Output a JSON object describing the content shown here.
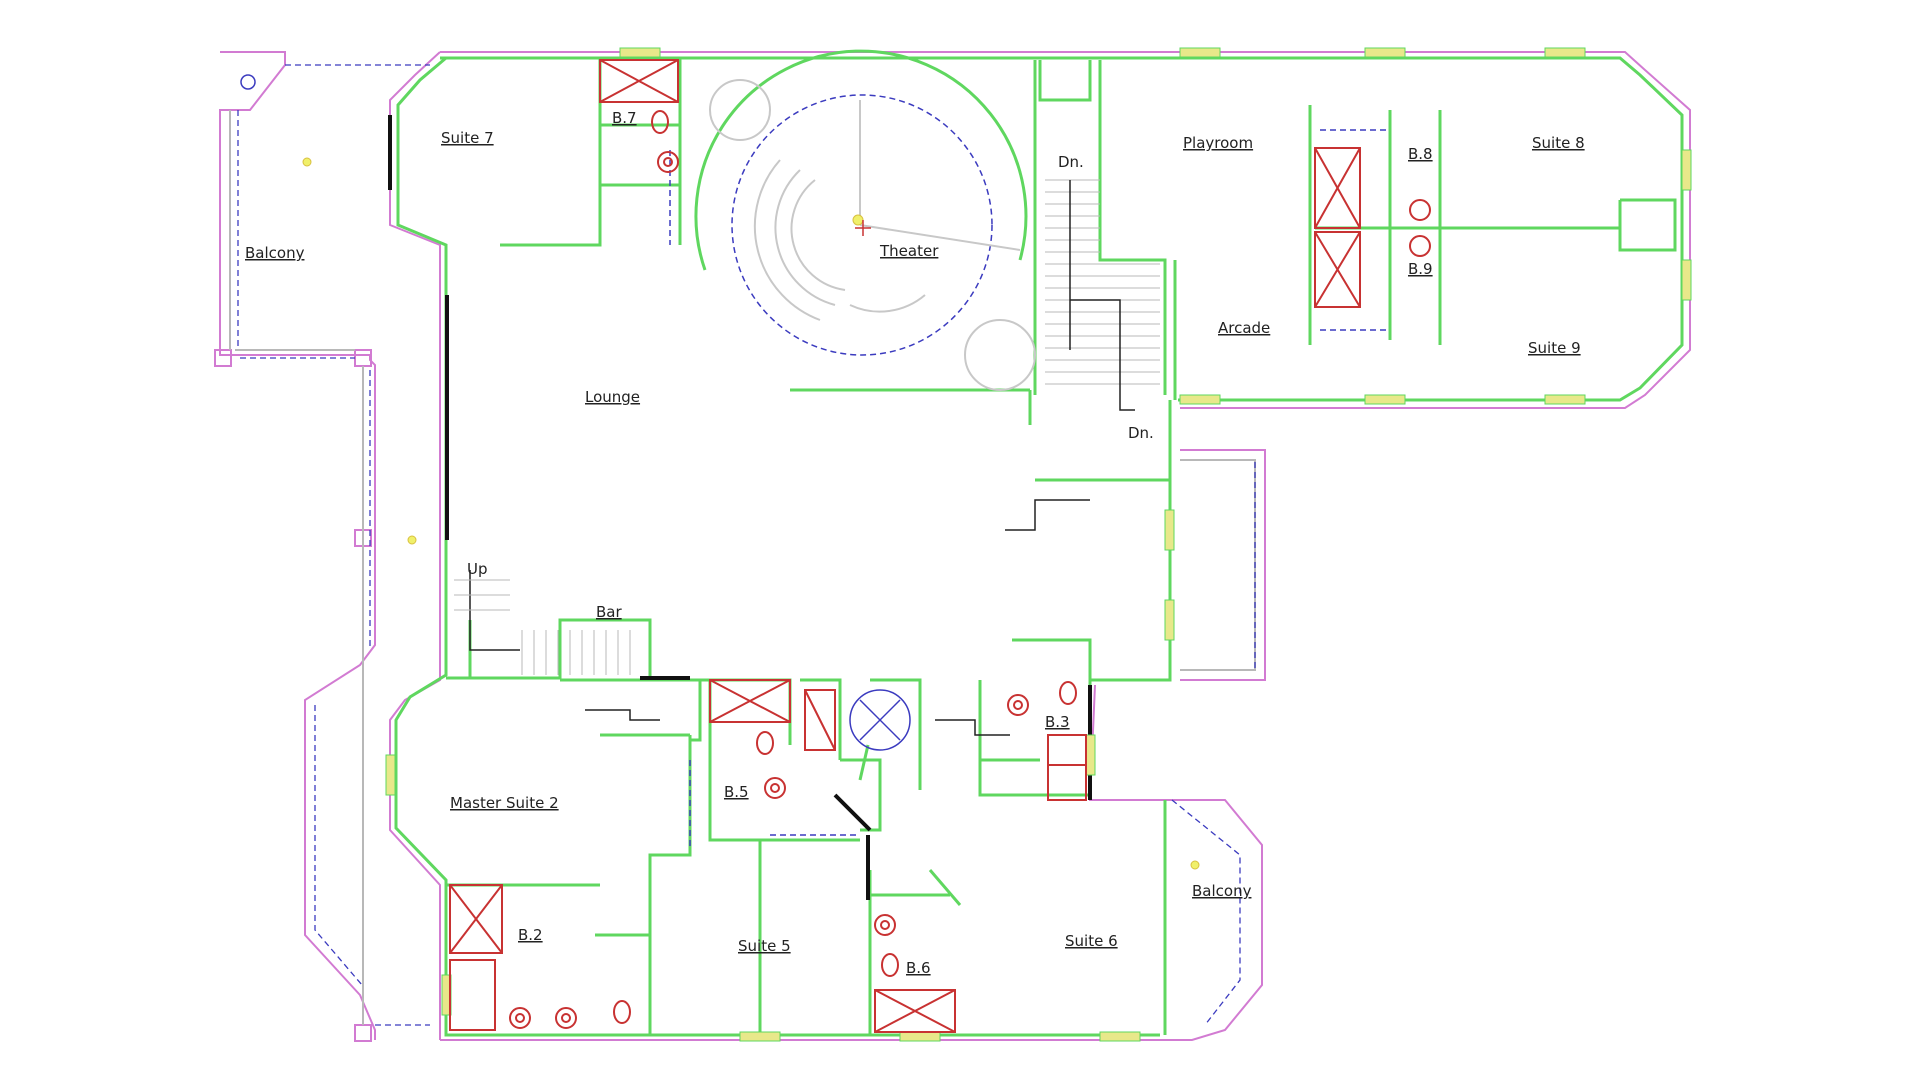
{
  "plan": {
    "rooms": {
      "balcony_nw": "Balcony",
      "suite7": "Suite 7",
      "b7": "B.7",
      "theater": "Theater",
      "dn_top": "Dn.",
      "playroom": "Playroom",
      "b8": "B.8",
      "suite8": "Suite 8",
      "b9": "B.9",
      "arcade": "Arcade",
      "suite9": "Suite 9",
      "dn_stair": "Dn.",
      "lounge": "Lounge",
      "up": "Up",
      "bar": "Bar",
      "master_suite2": "Master Suite 2",
      "b5": "B.5",
      "b3": "B.3",
      "b2": "B.2",
      "suite5": "Suite 5",
      "b6": "B.6",
      "suite6": "Suite 6",
      "balcony_se": "Balcony"
    },
    "colors": {
      "wall": "#5fd75f",
      "exterior": "#d27bd2",
      "fixture": "#c83232",
      "dashed": "#3b3bbf",
      "window": "#e8e88a",
      "text": "#222222"
    }
  }
}
